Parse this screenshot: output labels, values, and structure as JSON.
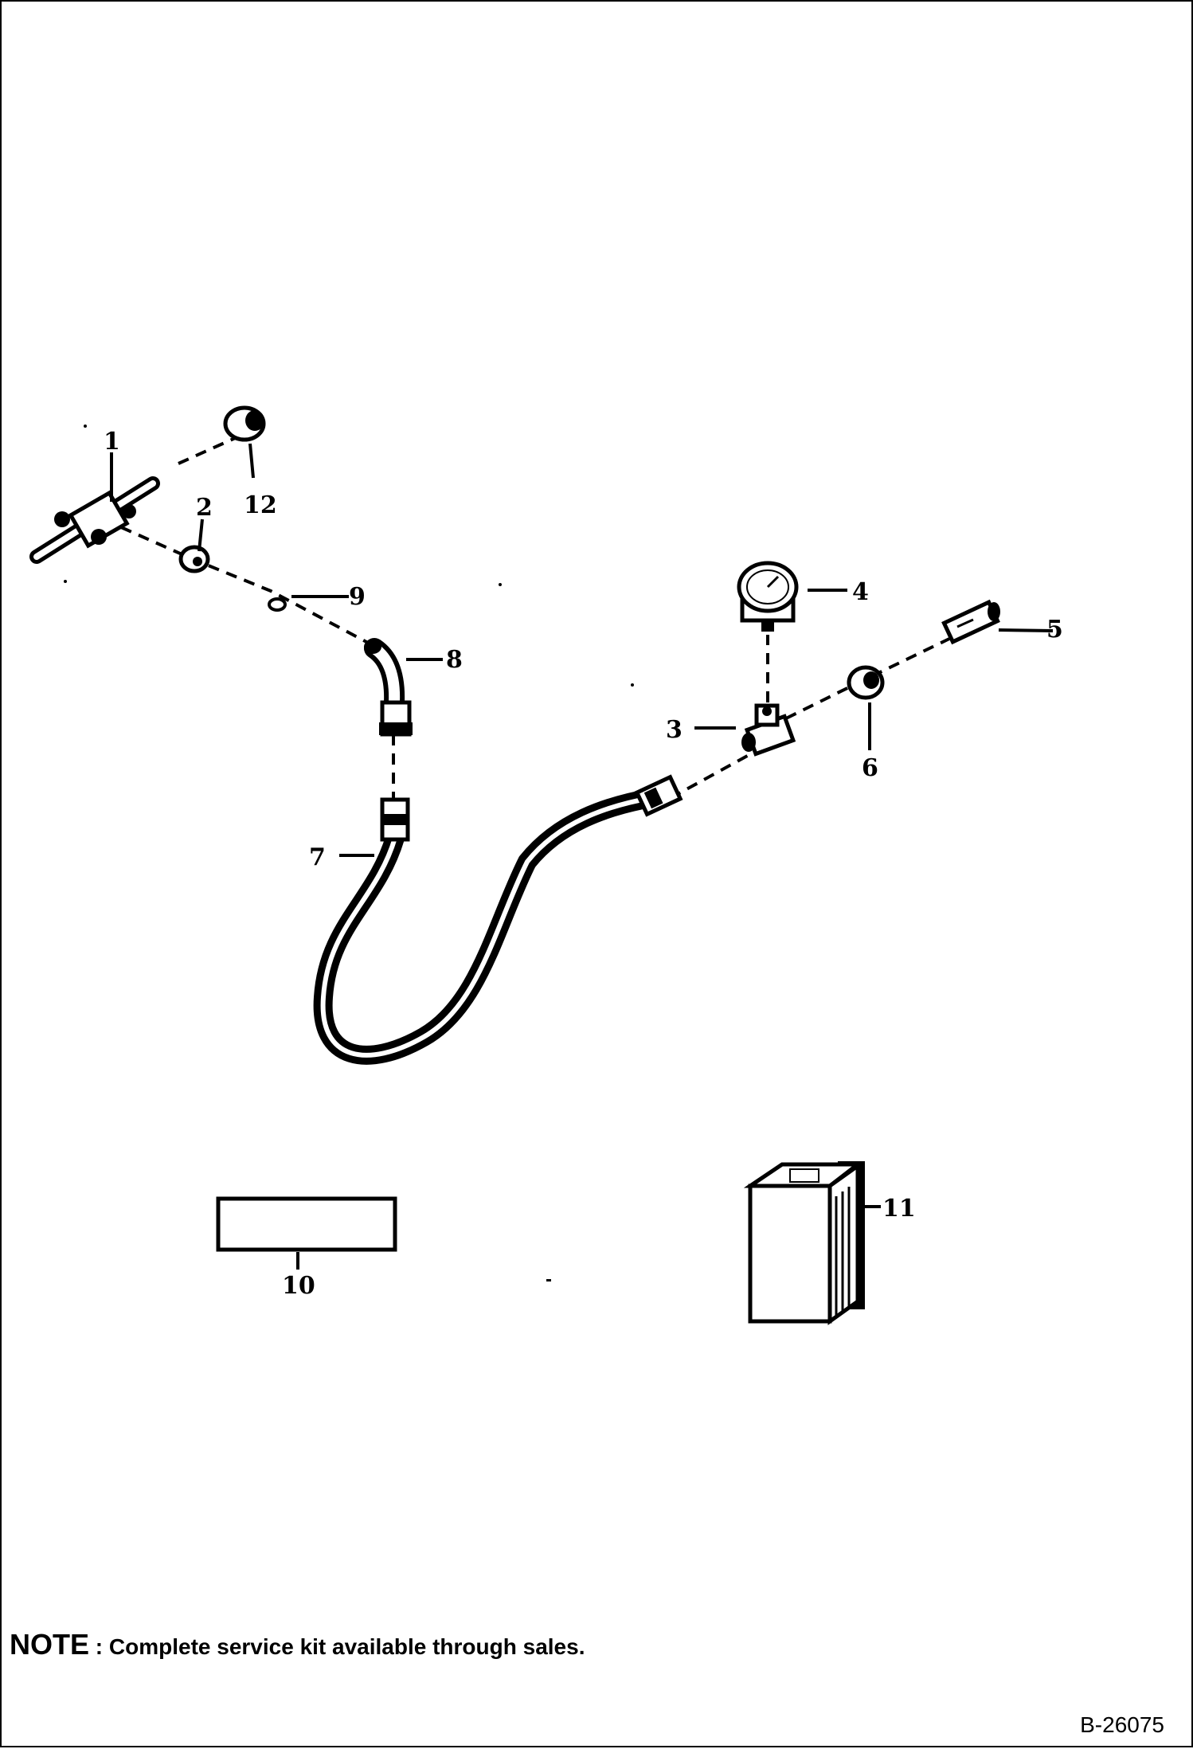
{
  "callouts": {
    "c1": "1",
    "c2": "2",
    "c3": "3",
    "c4": "4",
    "c5": "5",
    "c6": "6",
    "c7": "7",
    "c8": "8",
    "c9": "9",
    "c10": "10",
    "c11": "11",
    "c12": "12"
  },
  "note": {
    "keyword": "NOTE",
    "text": " : Complete service kit available through sales."
  },
  "drawing_number": "B-26075"
}
